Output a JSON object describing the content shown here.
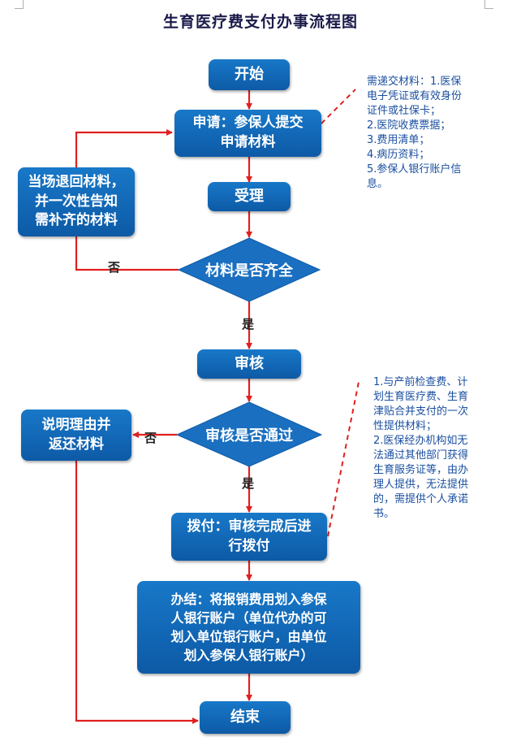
{
  "title": "生育医疗费支付办事流程图",
  "nodes": {
    "start": "开始",
    "apply": "申请：参保人提交\n申请材料",
    "accept": "受理",
    "materials_check": "材料是否齐全",
    "return_materials": "当场退回材料，\n并一次性告知\n需补齐的材料",
    "review": "审核",
    "review_check": "审核是否通过",
    "explain_return": "说明理由并\n返还材料",
    "disburse": "拨付：审核完成后进\n行拨付",
    "settle": "办结：将报销费用划入参保\n人银行账户（单位代办的可\n划入单位银行账户，由单位\n划入参保人银行账户）",
    "end": "结束"
  },
  "edge_labels": {
    "materials_no": "否",
    "materials_yes": "是",
    "review_no": "否",
    "review_yes": "是"
  },
  "notes": {
    "required_materials": "需递交材料：1.医保\n电子凭证或有效身份\n证件或社保卡；\n2.医院收费票据；\n3.费用清单；\n4.病历资料；\n5.参保人银行账户信\n息。",
    "review_notes": "1.与产前检查费、计\n划生育医疗费、生育\n津贴合并支付的一次\n性提供材料；\n2.医保经办机构如无\n法通过其他部门获得\n生育服务证等，由办\n理人提供，无法提供\n的，需提供个人承诺\n书。"
  },
  "colors": {
    "box_fill": "#1a6fc0",
    "arrow": "#e02020",
    "note_text": "#1a4fa0",
    "title_text": "#1a1a4a"
  }
}
